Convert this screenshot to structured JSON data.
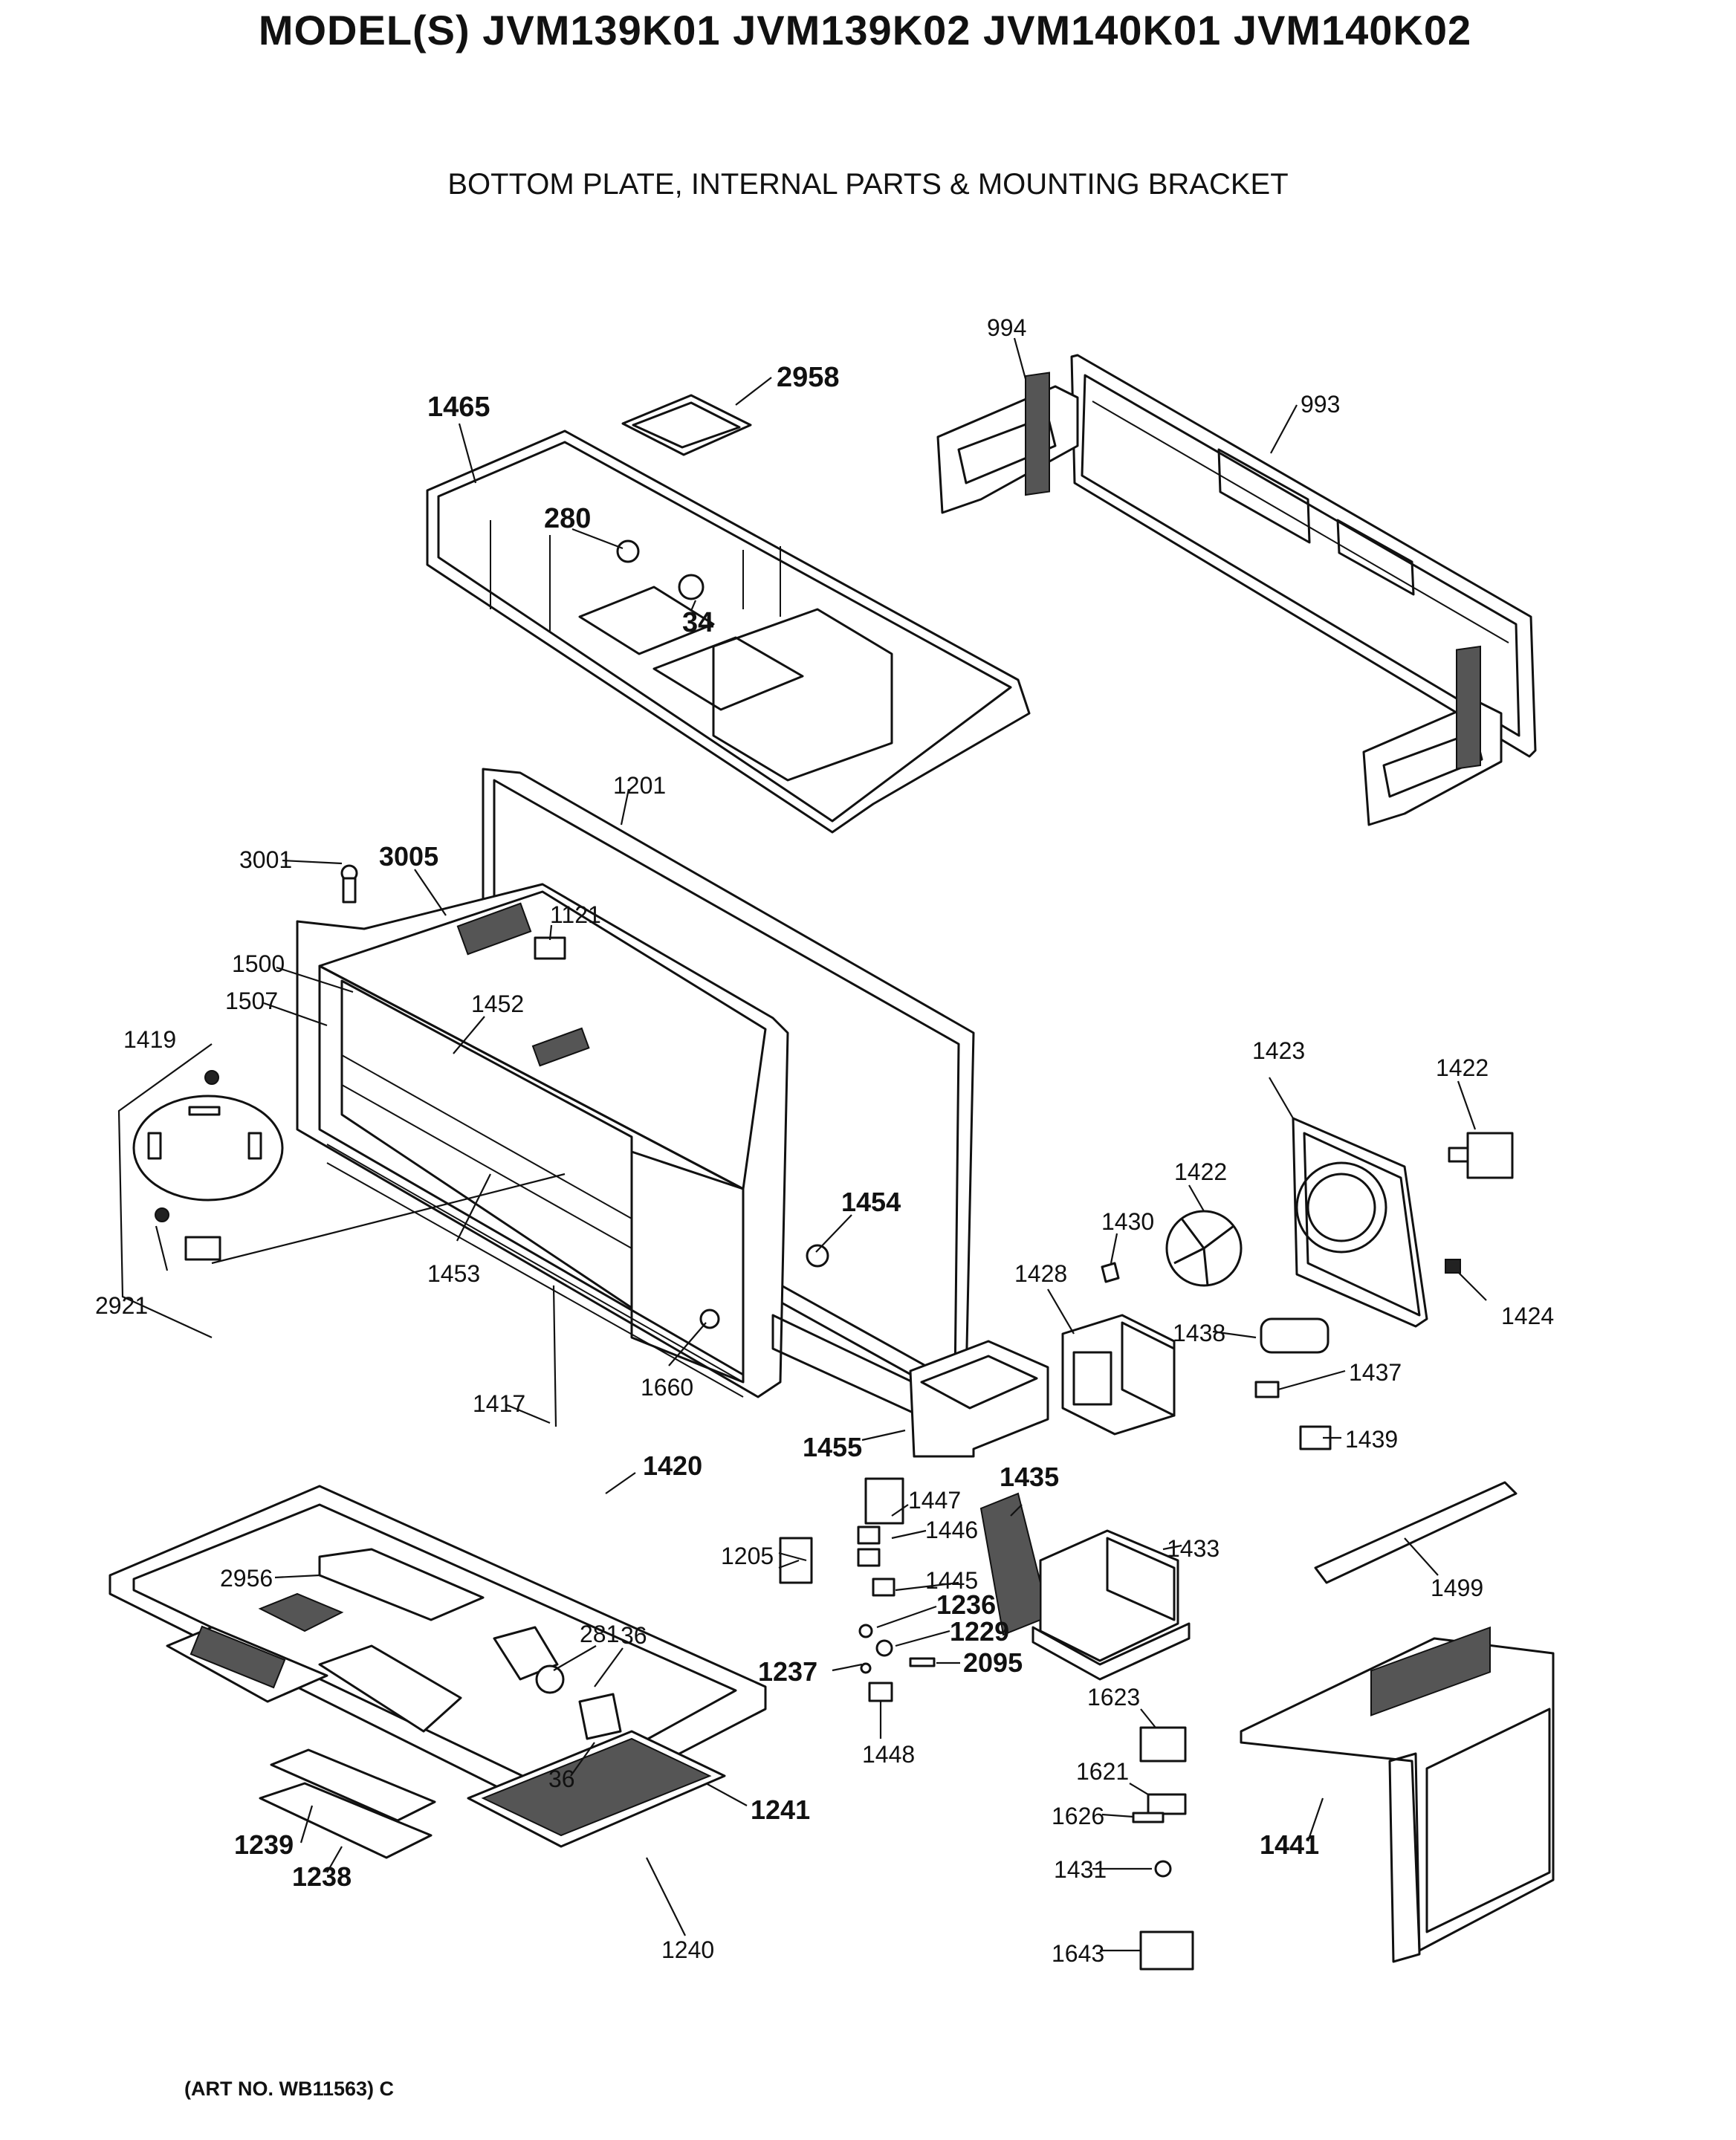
{
  "header": {
    "models": "MODEL(S) JVM139K01  JVM139K02  JVM140K01  JVM140K02",
    "section_title": "BOTTOM PLATE, INTERNAL PARTS & MOUNTING BRACKET"
  },
  "footer": {
    "art_number": "(ART NO. WB11563) C"
  },
  "callouts": [
    {
      "id": "c994",
      "label": "994",
      "bold": false
    },
    {
      "id": "c993",
      "label": "993",
      "bold": false
    },
    {
      "id": "c2958",
      "label": "2958",
      "bold": true
    },
    {
      "id": "c1465",
      "label": "1465",
      "bold": true
    },
    {
      "id": "c280",
      "label": "280",
      "bold": true
    },
    {
      "id": "c34",
      "label": "34",
      "bold": true
    },
    {
      "id": "c1201",
      "label": "1201",
      "bold": false
    },
    {
      "id": "c3001",
      "label": "3001",
      "bold": false
    },
    {
      "id": "c3005",
      "label": "3005",
      "bold": true
    },
    {
      "id": "c1121",
      "label": "1121",
      "bold": false
    },
    {
      "id": "c1500",
      "label": "1500",
      "bold": false
    },
    {
      "id": "c1507",
      "label": "1507",
      "bold": false
    },
    {
      "id": "c1452",
      "label": "1452",
      "bold": false
    },
    {
      "id": "c1419",
      "label": "1419",
      "bold": false
    },
    {
      "id": "c2921",
      "label": "2921",
      "bold": false
    },
    {
      "id": "c1453",
      "label": "1453",
      "bold": false
    },
    {
      "id": "c1454",
      "label": "1454",
      "bold": true
    },
    {
      "id": "c1660",
      "label": "1660",
      "bold": false
    },
    {
      "id": "c1417",
      "label": "1417",
      "bold": false
    },
    {
      "id": "c1420",
      "label": "1420",
      "bold": true
    },
    {
      "id": "c1455",
      "label": "1455",
      "bold": true
    },
    {
      "id": "c1423",
      "label": "1423",
      "bold": false
    },
    {
      "id": "c1422a",
      "label": "1422",
      "bold": false
    },
    {
      "id": "c1422b",
      "label": "1422",
      "bold": false
    },
    {
      "id": "c1430",
      "label": "1430",
      "bold": false
    },
    {
      "id": "c1428",
      "label": "1428",
      "bold": false
    },
    {
      "id": "c1424",
      "label": "1424",
      "bold": false
    },
    {
      "id": "c1438",
      "label": "1438",
      "bold": false
    },
    {
      "id": "c1437",
      "label": "1437",
      "bold": false
    },
    {
      "id": "c1439",
      "label": "1439",
      "bold": false
    },
    {
      "id": "c1435",
      "label": "1435",
      "bold": true
    },
    {
      "id": "c1447",
      "label": "1447",
      "bold": false
    },
    {
      "id": "c1446",
      "label": "1446",
      "bold": false
    },
    {
      "id": "c1205",
      "label": "1205",
      "bold": false
    },
    {
      "id": "c1445",
      "label": "1445",
      "bold": false
    },
    {
      "id": "c1236",
      "label": "1236",
      "bold": true
    },
    {
      "id": "c1229",
      "label": "1229",
      "bold": true
    },
    {
      "id": "c2095",
      "label": "2095",
      "bold": true
    },
    {
      "id": "c1237",
      "label": "1237",
      "bold": true
    },
    {
      "id": "c1448",
      "label": "1448",
      "bold": false
    },
    {
      "id": "c1433",
      "label": "1433",
      "bold": false
    },
    {
      "id": "c1499",
      "label": "1499",
      "bold": false
    },
    {
      "id": "c2956",
      "label": "2956",
      "bold": false
    },
    {
      "id": "c281",
      "label": "281",
      "bold": false
    },
    {
      "id": "c36a",
      "label": "36",
      "bold": false
    },
    {
      "id": "c36b",
      "label": "36",
      "bold": false
    },
    {
      "id": "c1241",
      "label": "1241",
      "bold": true
    },
    {
      "id": "c1239",
      "label": "1239",
      "bold": true
    },
    {
      "id": "c1238",
      "label": "1238",
      "bold": true
    },
    {
      "id": "c1240",
      "label": "1240",
      "bold": false
    },
    {
      "id": "c1623",
      "label": "1623",
      "bold": false
    },
    {
      "id": "c1621",
      "label": "1621",
      "bold": false
    },
    {
      "id": "c1626",
      "label": "1626",
      "bold": false
    },
    {
      "id": "c1431",
      "label": "1431",
      "bold": false
    },
    {
      "id": "c1643",
      "label": "1643",
      "bold": false
    },
    {
      "id": "c1441",
      "label": "1441",
      "bold": true
    }
  ]
}
